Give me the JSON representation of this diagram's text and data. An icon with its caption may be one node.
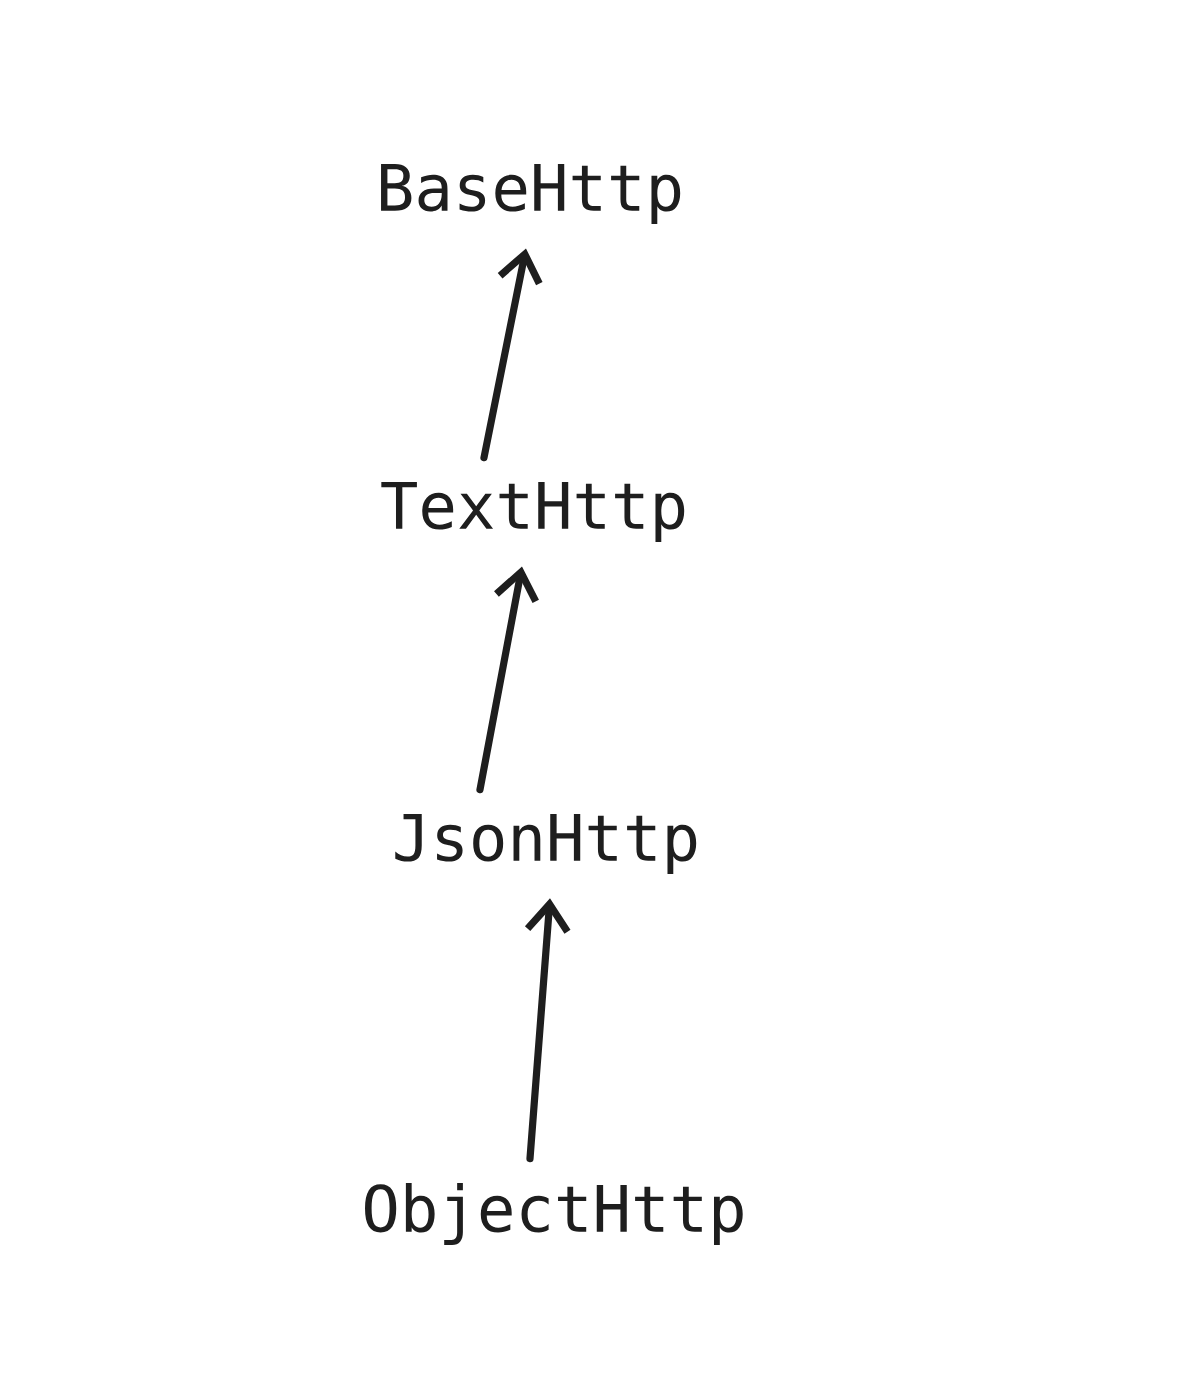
{
  "diagram": {
    "nodes": [
      {
        "text": [
          "BaseHttp"
        ]
      },
      {
        "text": [
          "TextHttp"
        ]
      },
      {
        "text": [
          "JsonHttp"
        ]
      },
      {
        "text": [
          "ObjectHttp"
        ]
      }
    ],
    "edges": [
      {
        "from": 1,
        "to": 0,
        "arrow": "to"
      },
      {
        "from": 2,
        "to": 1,
        "arrow": "to"
      },
      {
        "from": 3,
        "to": 2,
        "arrow": "to"
      }
    ]
  }
}
